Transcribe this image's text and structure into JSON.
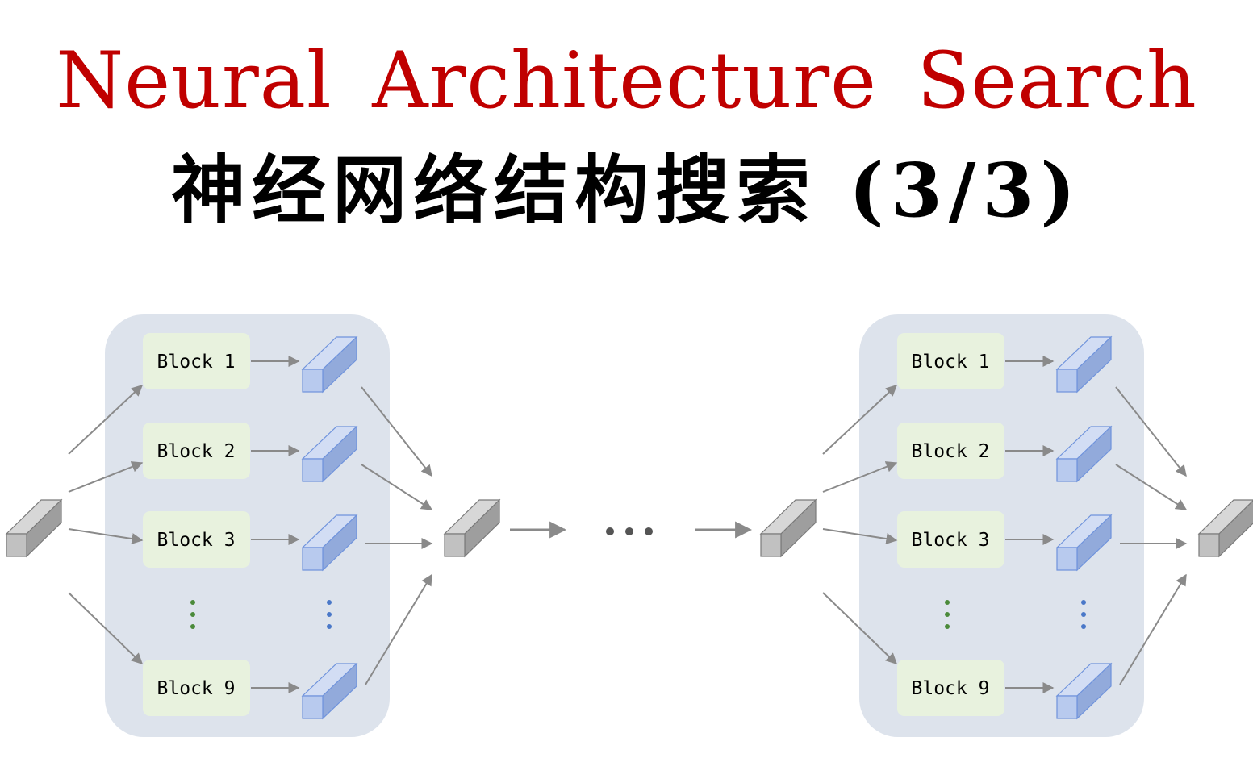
{
  "title": "Neural Architecture Search",
  "subtitle": "神经网络结构搜索 (3/3)",
  "diagram": {
    "cells": [
      {
        "id": "cell-1",
        "blocks": [
          "Block 1",
          "Block 2",
          "Block 3",
          "Block 9"
        ]
      },
      {
        "id": "cell-2",
        "blocks": [
          "Block 1",
          "Block 2",
          "Block 3",
          "Block 9"
        ]
      }
    ],
    "colors": {
      "cell_background": "#dde3ec",
      "block_fill": "#e8f2de",
      "output_cube": "#9ab3e6",
      "feature_cube": "#a6a6a6",
      "arrow": "#8a8a8a",
      "block_dots": "#4a8a3a",
      "cube_dots": "#4a78c8"
    },
    "connector": "ellipsis"
  }
}
